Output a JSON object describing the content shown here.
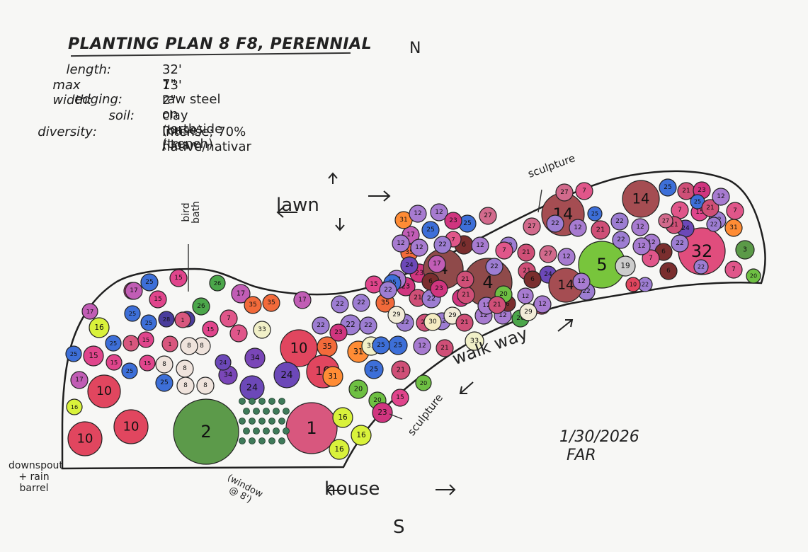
{
  "title": "PLANTING PLAN 8 F8, PERENNIAL",
  "compass": {
    "north": "N",
    "south": "S"
  },
  "specs": [
    {
      "label": "length:",
      "value": "32' 7\""
    },
    {
      "label": "max width:",
      "value": "13' 2\""
    },
    {
      "label": "edging:",
      "value": "raw steel on northside (trench)"
    },
    {
      "label": "soil:",
      "value": "clay (base) / loam"
    },
    {
      "label": "diversity:",
      "value": "intense; 70% native/nativar"
    }
  ],
  "labels": {
    "lawn": "lawn",
    "house": "house",
    "walkway": "walk way",
    "sculpture_top": "sculpture",
    "sculpture_bottom": "sculpture",
    "bird_bath": "bird bath",
    "downspout": "downspout + rain barrel",
    "window": "(window @ 8')",
    "date": "1/30/2026",
    "initials": "FAR"
  },
  "colors": {
    "bed_outline": "#1f1f1f",
    "1": "#d8577e",
    "2": "#5c9a4a",
    "3": "#5b9a48",
    "4": "#8f4a4a",
    "5": "#78c53c",
    "6": "#7a2e2e",
    "7": "#e0568a",
    "8": "#efe3dc",
    "10": "#e1465f",
    "12": "#a77bd0",
    "14": "#a54d52",
    "15": "#e0458c",
    "16": "#d9f23b",
    "17": "#c15db5",
    "20": "#6ec043",
    "21": "#cf4f77",
    "22": "#9d7dd2",
    "23": "#d0357f",
    "24": "#6c48b8",
    "25": "#3d6fd8",
    "26": "#4ba64a",
    "27": "#d26a8c",
    "28": "#4a3d9c",
    "29": "#f2ecd8",
    "30": "#f5ecc2",
    "31": "#ff8c35",
    "32": "#e04d7d",
    "33": "#f1f0c8",
    "34": "#7a46b8",
    "35": "#f26a3a",
    "dot": "#3e7a59"
  },
  "plants": [
    {
      "n": "10",
      "c": "10"
    },
    {
      "n": "10",
      "c": "10"
    },
    {
      "n": "10",
      "c": "10"
    },
    {
      "n": "16",
      "c": "16"
    },
    {
      "n": "17",
      "c": "17"
    },
    {
      "n": "20",
      "c": "20"
    },
    {
      "n": "16",
      "c": "16"
    },
    {
      "n": "15",
      "c": "15"
    },
    {
      "n": "25",
      "c": "25"
    },
    {
      "n": "16",
      "c": "16"
    },
    {
      "n": "25",
      "c": "25"
    },
    {
      "n": "17",
      "c": "17"
    },
    {
      "n": "25",
      "c": "25"
    },
    {
      "n": "15",
      "c": "15"
    },
    {
      "n": "1",
      "c": "1"
    },
    {
      "n": "25",
      "c": "25"
    },
    {
      "n": "15",
      "c": "15"
    },
    {
      "n": "25",
      "c": "25"
    },
    {
      "n": "25",
      "c": "25"
    },
    {
      "n": "1",
      "c": "1"
    },
    {
      "n": "8",
      "c": "8"
    },
    {
      "n": "15",
      "c": "15"
    },
    {
      "n": "8",
      "c": "8"
    },
    {
      "n": "8",
      "c": "8"
    },
    {
      "n": "8",
      "c": "8"
    },
    {
      "n": "2",
      "c": "2"
    },
    {
      "n": "8",
      "c": "8"
    },
    {
      "n": "8",
      "c": "8"
    },
    {
      "n": "34",
      "c": "34"
    },
    {
      "n": "24",
      "c": "24"
    },
    {
      "n": "15",
      "c": "15"
    },
    {
      "n": "25",
      "c": "25"
    },
    {
      "n": "15",
      "c": "15"
    },
    {
      "n": "28",
      "c": "28"
    },
    {
      "n": "17",
      "c": "17"
    },
    {
      "n": "15",
      "c": "15"
    },
    {
      "n": "28",
      "c": "28"
    },
    {
      "n": "26",
      "c": "26"
    },
    {
      "n": "1",
      "c": "1"
    },
    {
      "n": "15",
      "c": "15"
    },
    {
      "n": "25",
      "c": "25"
    },
    {
      "n": "26",
      "c": "26"
    },
    {
      "n": "7",
      "c": "7"
    },
    {
      "n": "17",
      "c": "17"
    },
    {
      "n": "35",
      "c": "35"
    },
    {
      "n": "7",
      "c": "7"
    },
    {
      "n": "10",
      "c": "10"
    },
    {
      "n": "34",
      "c": "34"
    },
    {
      "n": "24",
      "c": "24"
    },
    {
      "n": "33",
      "c": "33"
    },
    {
      "n": "35",
      "c": "35"
    },
    {
      "n": "35",
      "c": "35"
    },
    {
      "n": "17",
      "c": "17"
    },
    {
      "n": "10",
      "c": "10"
    },
    {
      "n": "24",
      "c": "24"
    },
    {
      "n": "1",
      "c": "1"
    },
    {
      "n": "16",
      "c": "16"
    },
    {
      "n": "16",
      "c": "16"
    },
    {
      "n": "16",
      "c": "16"
    },
    {
      "n": "20",
      "c": "20"
    },
    {
      "n": "31",
      "c": "31"
    },
    {
      "n": "31",
      "c": "31"
    },
    {
      "n": "20",
      "c": "20"
    },
    {
      "n": "25",
      "c": "25"
    },
    {
      "n": "15",
      "c": "15"
    },
    {
      "n": "25",
      "c": "25"
    },
    {
      "n": "23",
      "c": "23"
    },
    {
      "n": "21",
      "c": "21"
    },
    {
      "n": "20",
      "c": "20"
    },
    {
      "n": "22",
      "c": "22"
    },
    {
      "n": "22",
      "c": "22"
    },
    {
      "n": "22",
      "c": "22"
    },
    {
      "n": "22",
      "c": "22"
    },
    {
      "n": "23",
      "c": "23"
    },
    {
      "n": "22",
      "c": "22"
    },
    {
      "n": "21",
      "c": "21"
    },
    {
      "n": "33",
      "c": "33"
    },
    {
      "n": "22",
      "c": "22"
    },
    {
      "n": "35",
      "c": "35"
    },
    {
      "n": "25",
      "c": "25"
    },
    {
      "n": "23",
      "c": "23"
    },
    {
      "n": "12",
      "c": "12"
    },
    {
      "n": "12",
      "c": "12"
    },
    {
      "n": "21",
      "c": "21"
    },
    {
      "n": "23",
      "c": "23"
    },
    {
      "n": "22",
      "c": "22"
    },
    {
      "n": "22",
      "c": "22"
    },
    {
      "n": "21",
      "c": "21"
    },
    {
      "n": "4",
      "c": "4"
    },
    {
      "n": "23",
      "c": "23"
    },
    {
      "n": "4",
      "c": "4"
    },
    {
      "n": "30",
      "c": "30"
    },
    {
      "n": "29",
      "c": "29"
    },
    {
      "n": "21",
      "c": "21"
    },
    {
      "n": "33",
      "c": "33"
    },
    {
      "n": "21",
      "c": "21"
    },
    {
      "n": "12",
      "c": "12"
    },
    {
      "n": "12",
      "c": "12"
    },
    {
      "n": "26",
      "c": "26"
    },
    {
      "n": "6",
      "c": "6"
    },
    {
      "n": "7",
      "c": "7"
    },
    {
      "n": "12",
      "c": "12"
    },
    {
      "n": "27",
      "c": "27"
    },
    {
      "n": "22",
      "c": "22"
    },
    {
      "n": "22",
      "c": "22"
    },
    {
      "n": "21",
      "c": "21"
    },
    {
      "n": "7",
      "c": "7"
    },
    {
      "n": "14",
      "c": "14"
    },
    {
      "n": "12",
      "c": "12"
    },
    {
      "n": "6",
      "c": "6"
    },
    {
      "n": "21",
      "c": "21"
    },
    {
      "n": "27",
      "c": "27"
    },
    {
      "n": "24",
      "c": "24"
    },
    {
      "n": "27",
      "c": "27"
    },
    {
      "n": "22",
      "c": "22"
    },
    {
      "n": "5",
      "c": "5"
    },
    {
      "n": "12",
      "c": "12"
    },
    {
      "n": "21",
      "c": "21"
    },
    {
      "n": "22",
      "c": "22"
    },
    {
      "n": "14",
      "c": "14"
    },
    {
      "n": "27",
      "c": "27"
    },
    {
      "n": "7",
      "c": "7"
    },
    {
      "n": "25",
      "c": "25"
    },
    {
      "n": "21",
      "c": "21"
    },
    {
      "n": "22",
      "c": "22"
    },
    {
      "n": "22",
      "c": "22"
    },
    {
      "n": "14",
      "c": "14"
    },
    {
      "n": "12",
      "c": "12"
    },
    {
      "n": "19",
      "c": "19"
    },
    {
      "n": "12",
      "c": "12"
    },
    {
      "n": "6",
      "c": "6"
    },
    {
      "n": "25",
      "c": "25"
    },
    {
      "n": "7",
      "c": "7"
    },
    {
      "n": "21",
      "c": "21"
    },
    {
      "n": "7",
      "c": "7"
    },
    {
      "n": "23",
      "c": "23"
    },
    {
      "n": "15",
      "c": "15"
    },
    {
      "n": "22",
      "c": "22"
    },
    {
      "n": "32",
      "c": "32"
    },
    {
      "n": "3",
      "c": "3"
    },
    {
      "n": "6",
      "c": "6"
    },
    {
      "n": "7",
      "c": "7"
    },
    {
      "n": "20",
      "c": "20"
    },
    {
      "n": "12",
      "c": "12"
    },
    {
      "n": "24",
      "c": "24"
    },
    {
      "n": "21",
      "c": "21"
    },
    {
      "n": "22",
      "c": "22"
    },
    {
      "n": "27",
      "c": "27"
    },
    {
      "n": "25",
      "c": "25"
    },
    {
      "n": "21",
      "c": "21"
    },
    {
      "n": "12",
      "c": "12"
    },
    {
      "n": "31",
      "c": "31"
    },
    {
      "n": "7",
      "c": "7"
    },
    {
      "n": "22",
      "c": "22"
    },
    {
      "n": "22",
      "c": "22"
    },
    {
      "n": "22",
      "c": "22"
    },
    {
      "n": "10",
      "c": "10"
    },
    {
      "n": "12",
      "c": "12"
    },
    {
      "n": "12",
      "c": "12"
    },
    {
      "n": "6",
      "c": "6"
    },
    {
      "n": "12",
      "c": "12"
    },
    {
      "n": "20",
      "c": "20"
    },
    {
      "n": "12",
      "c": "12"
    },
    {
      "n": "21",
      "c": "21"
    },
    {
      "n": "22",
      "c": "22"
    },
    {
      "n": "25",
      "c": "25"
    },
    {
      "n": "17",
      "c": "17"
    },
    {
      "n": "31",
      "c": "31"
    },
    {
      "n": "35",
      "c": "35"
    },
    {
      "n": "25",
      "c": "25"
    },
    {
      "n": "17",
      "c": "17"
    },
    {
      "n": "15",
      "c": "15"
    },
    {
      "n": "25",
      "c": "25"
    },
    {
      "n": "24",
      "c": "24"
    },
    {
      "n": "21",
      "c": "21"
    },
    {
      "n": "29",
      "c": "29"
    },
    {
      "n": "29",
      "c": "29"
    },
    {
      "n": "12",
      "c": "12"
    },
    {
      "n": "6",
      "c": "6"
    },
    {
      "n": "23",
      "c": "23"
    },
    {
      "n": "22",
      "c": "22"
    },
    {
      "n": "12",
      "c": "12"
    },
    {
      "n": "12",
      "c": "12"
    },
    {
      "n": "23",
      "c": "23"
    },
    {
      "n": "12",
      "c": "12"
    }
  ]
}
